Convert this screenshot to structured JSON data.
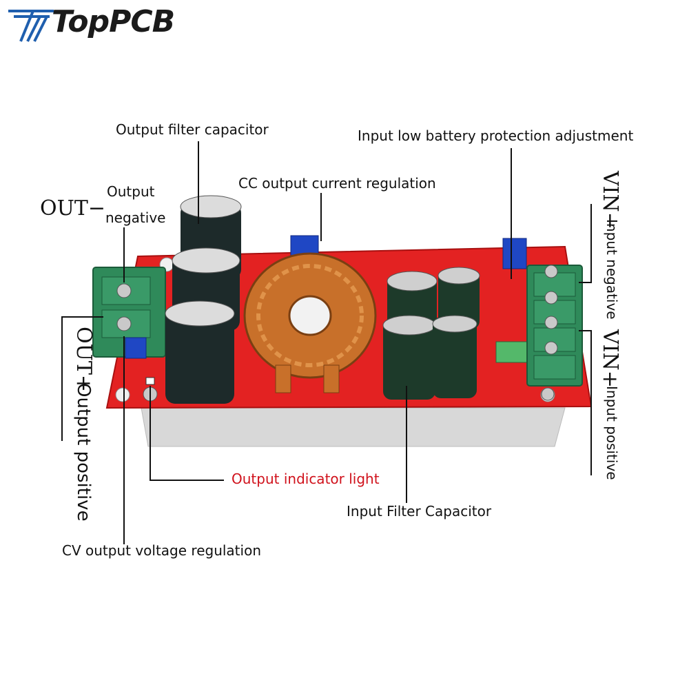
{
  "brand": {
    "name": "TopPCB"
  },
  "labels": {
    "output_filter_capacitor": "Output filter capacitor",
    "input_low_battery": "Input low battery protection adjustment",
    "cc_output_current": "CC output current regulation",
    "output_negative_line1": "Output",
    "output_negative_line2": "negative",
    "out_minus": "OUT−",
    "out_plus": "OUT+",
    "output_positive": "Output positive",
    "vin_minus": "VIN−",
    "input_negative": "Input negative",
    "vin_plus": "VIN+",
    "input_positive": "Input positive",
    "output_indicator": "Output indicator light",
    "input_filter_capacitor": "Input Filter Capacitor",
    "cv_output_voltage": "CV output voltage regulation"
  },
  "colors": {
    "pcb": "#e32222",
    "terminal": "#2f8a5a",
    "capacitor": "#1d2a2a",
    "copper": "#c8702a",
    "pot": "#1f47c4",
    "heatsink": "#d9d9d9",
    "highlight": "#d0111b"
  }
}
